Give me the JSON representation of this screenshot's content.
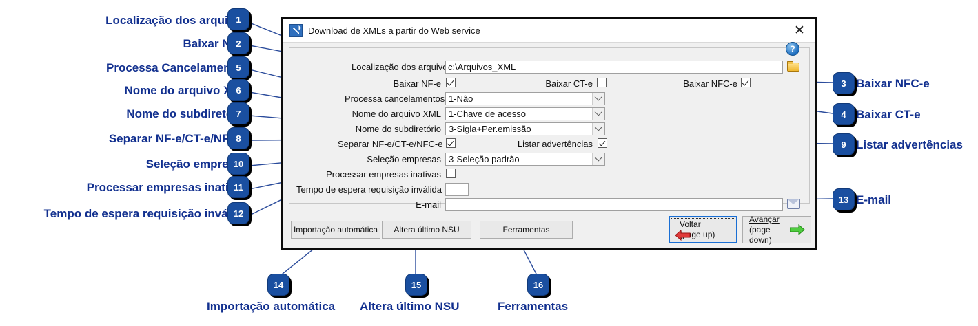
{
  "dialog": {
    "title": "Download de XMLs a partir do Web service",
    "title_icon": "app-arrow-icon",
    "close_icon": "✕",
    "help_icon": "?",
    "fields": {
      "localizacao_label": "Localização dos arquivos",
      "localizacao_value": "c:\\Arquivos_XML",
      "folder_icon": "folder-icon",
      "baixar_nfe_label": "Baixar NF-e",
      "baixar_nfe_checked": true,
      "baixar_cte_label": "Baixar CT-e",
      "baixar_cte_checked": false,
      "baixar_nfce_label": "Baixar NFC-e",
      "baixar_nfce_checked": true,
      "processa_cancelamentos_label": "Processa cancelamentos",
      "processa_cancelamentos_value": "1-Não",
      "nome_arquivo_label": "Nome do arquivo XML",
      "nome_arquivo_value": "1-Chave de acesso",
      "nome_subdiretorio_label": "Nome do subdiretório",
      "nome_subdiretorio_value": "3-Sigla+Per.emissão",
      "separar_label": "Separar NF-e/CT-e/NFC-e",
      "separar_checked": true,
      "listar_advertencias_label": "Listar advertências",
      "listar_advertencias_checked": true,
      "selecao_empresas_label": "Seleção empresas",
      "selecao_empresas_value": "3-Seleção padrão",
      "processar_inativas_label": "Processar empresas inativas",
      "processar_inativas_checked": false,
      "tempo_espera_label": "Tempo de espera requisição inválida",
      "tempo_espera_value": "",
      "email_label": "E-mail",
      "email_value": "",
      "mail_icon": "envelope-icon"
    },
    "buttons": {
      "importacao_automatica": "Importação automática",
      "altera_ultimo_nsu": "Altera último NSU",
      "ferramentas": "Ferramentas",
      "voltar_line1": "Voltar",
      "voltar_line2": "(page up)",
      "voltar_icon": "arrow-left-red-icon",
      "avancar_line1": "Avançar",
      "avancar_line2": "(page down)",
      "avancar_icon": "arrow-right-green-icon"
    }
  },
  "annotations": {
    "accent_color": "#12308f",
    "badge_color": "#1a4fa0",
    "left": [
      {
        "num": "1",
        "label": "Localização dos arquivos"
      },
      {
        "num": "2",
        "label": "Baixar NF-e"
      },
      {
        "num": "5",
        "label": "Processa Cancelamentos"
      },
      {
        "num": "6",
        "label": "Nome do arquivo XML"
      },
      {
        "num": "7",
        "label": "Nome do subdiretório"
      },
      {
        "num": "8",
        "label": "Separar NF-e/CT-e/NFC-e"
      },
      {
        "num": "10",
        "label": "Seleção empresas"
      },
      {
        "num": "11",
        "label": "Processar empresas inativas"
      },
      {
        "num": "12",
        "label": "Tempo de espera requisição inválida"
      }
    ],
    "right": [
      {
        "num": "3",
        "label": "Baixar NFC-e"
      },
      {
        "num": "4",
        "label": "Baixar CT-e"
      },
      {
        "num": "9",
        "label": "Listar advertências"
      },
      {
        "num": "13",
        "label": "E-mail"
      }
    ],
    "bottom": [
      {
        "num": "14",
        "label": "Importação automática"
      },
      {
        "num": "15",
        "label": "Altera último NSU"
      },
      {
        "num": "16",
        "label": "Ferramentas"
      }
    ]
  }
}
